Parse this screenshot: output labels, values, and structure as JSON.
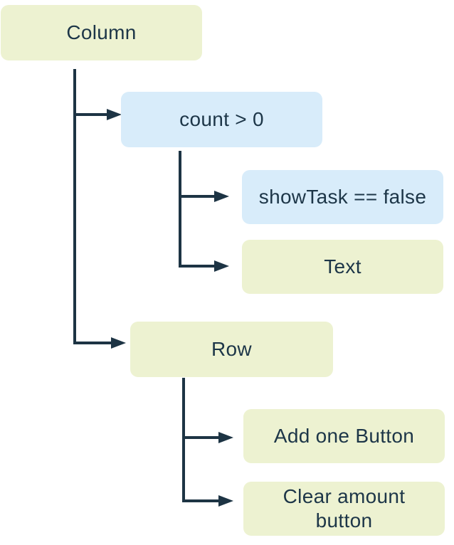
{
  "diagram": {
    "type": "tree",
    "background": "#ffffff",
    "colors": {
      "widget_fill": "#edf2d1",
      "condition_fill": "#d8ecfa",
      "line": "#1d3444",
      "text": "#1d3648"
    },
    "nodes": [
      {
        "id": "column",
        "label": "Column",
        "kind": "widget",
        "parent": null
      },
      {
        "id": "count-condition",
        "label": "count > 0",
        "kind": "condition",
        "parent": "column"
      },
      {
        "id": "showtask-condition",
        "label": "showTask == false",
        "kind": "condition",
        "parent": "count-condition"
      },
      {
        "id": "text-widget",
        "label": "Text",
        "kind": "widget",
        "parent": "count-condition"
      },
      {
        "id": "row",
        "label": "Row",
        "kind": "widget",
        "parent": "column"
      },
      {
        "id": "add-one-button",
        "label": "Add one Button",
        "kind": "widget",
        "parent": "row"
      },
      {
        "id": "clear-amount-button",
        "label": "Clear amount button",
        "kind": "widget",
        "parent": "row"
      }
    ]
  }
}
